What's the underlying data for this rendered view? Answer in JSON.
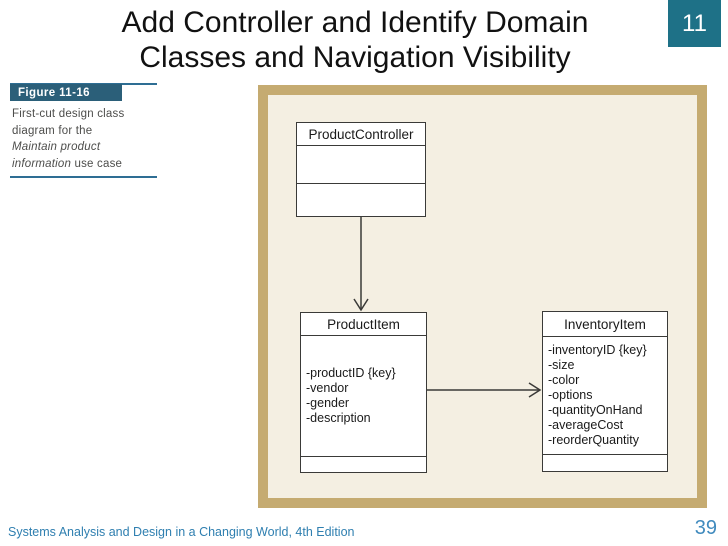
{
  "slide": {
    "title_line1": "Add Controller and Identify Domain",
    "title_line2": "Classes and Navigation Visibility",
    "slide_number": "11",
    "footer": "Systems Analysis and Design in a Changing World, 4th Edition",
    "page_number": "39"
  },
  "figure": {
    "label": "Figure 11-16",
    "caption_lines": [
      [
        {
          "text": "First-cut design class",
          "italic": false
        }
      ],
      [
        {
          "text": "diagram for the",
          "italic": false
        }
      ],
      [
        {
          "text": "Maintain product",
          "italic": true
        }
      ],
      [
        {
          "text": "information",
          "italic": true
        },
        {
          "text": " use case",
          "italic": false
        }
      ]
    ]
  },
  "diagram": {
    "classes": [
      {
        "name": "ProductController",
        "attributes": [],
        "methods": []
      },
      {
        "name": "ProductItem",
        "attributes": [
          "-productID {key}",
          "-vendor",
          "-gender",
          "-description"
        ],
        "methods": []
      },
      {
        "name": "InventoryItem",
        "attributes": [
          "-inventoryID {key}",
          "-size",
          "-color",
          "-options",
          "-quantityOnHand",
          "-averageCost",
          "-reorderQuantity"
        ],
        "methods": []
      }
    ],
    "connections": [
      {
        "from": "ProductController",
        "to": "ProductItem",
        "type": "navigation-visibility-arrow"
      },
      {
        "from": "ProductItem",
        "to": "InventoryItem",
        "type": "navigation-visibility-arrow"
      }
    ]
  },
  "colors": {
    "slide_number_bg": "#1E7187",
    "figure_label_bg": "#2B5F79",
    "figure_line": "#2E6E94",
    "panel_border": "#C5AB71",
    "panel_fill": "#F4EFE2",
    "class_border": "#3A3A38",
    "footer_text": "#2F7FB0",
    "page_number_text": "#418BBE"
  }
}
